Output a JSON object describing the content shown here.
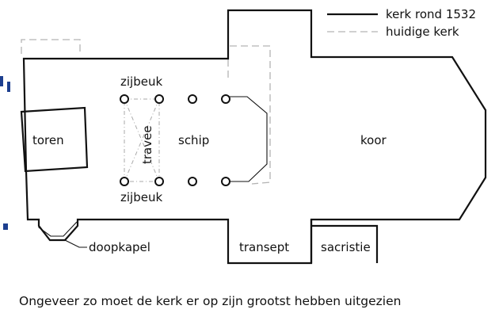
{
  "legend": {
    "church_1532": "kerk rond 1532",
    "current_church": "huidige kerk"
  },
  "labels": {
    "aisle_north": "zijbeuk",
    "aisle_south": "zijbeuk",
    "tower": "toren",
    "bay": "travee",
    "nave": "schip",
    "choir": "koor",
    "baptistery": "doopkapel",
    "transept": "transept",
    "sacristy": "sacristie"
  },
  "caption": "Ongeveer zo moet de kerk er op zijn grootst hebben uitgezien",
  "colors": {
    "walls": "#111111",
    "current_church": "#b3b3b3",
    "cropped_text": "#1d3f8f"
  }
}
